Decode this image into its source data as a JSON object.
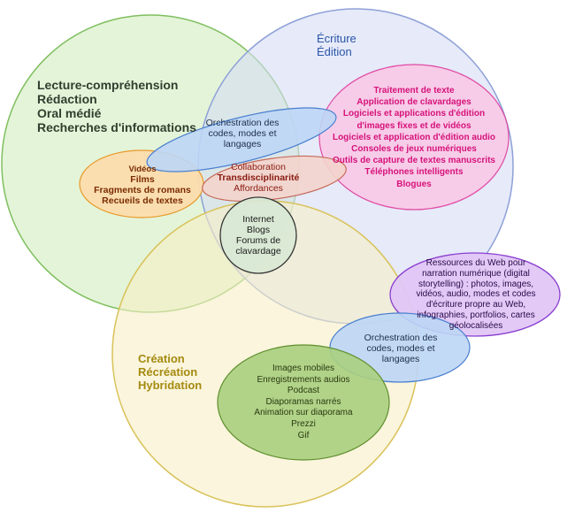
{
  "big_green": {
    "lines": [
      "Lecture-compréhension",
      "Rédaction",
      "Oral médié",
      "Recherches d'informations"
    ],
    "color": "#2f3f2f"
  },
  "big_blue": {
    "lines": [
      "Écriture",
      "Édition"
    ],
    "color": "#2a55a8"
  },
  "big_yellow": {
    "lines": [
      "Création",
      "Récréation",
      "Hybridation"
    ],
    "color": "#a58a10"
  },
  "orange": {
    "lines": [
      "Vidéos",
      "Films",
      "Fragments de romans",
      "Recueils de textes"
    ],
    "color": "#7a2b00"
  },
  "blue_small": {
    "lines": [
      "Orchestration des",
      "codes, modes et",
      "langages"
    ],
    "color": "#1d2e4d"
  },
  "pink_center": {
    "lines": [
      "Collaboration",
      "Transdisciplinarité",
      "Affordances"
    ],
    "color": "#8a1a10"
  },
  "gray_circle": {
    "lines": [
      "Internet",
      "Blogs",
      "Forums de",
      "clavardage"
    ],
    "color": "#1a1a1a"
  },
  "pink_big": {
    "lines": [
      "Traitement de texte",
      "Application de clavardages",
      "Logiciels et applications d'édition",
      "d'images fixes et de vidéos",
      "Logiciels et application d'édition audio",
      "Consoles de jeux numériques",
      "Outils de capture de textes manuscrits",
      "Téléphones intelligents",
      "Blogues"
    ],
    "color": "#d6127a"
  },
  "purple": {
    "lines": [
      "Ressources du Web pour",
      "narration numérique (digital",
      "storytelling) : photos, images,",
      "vidéos, audio, modes et codes",
      "d'écriture propre au Web,",
      "infographies, portfolios, cartes",
      "géolocalisées"
    ],
    "color": "#2a0a4a"
  },
  "blue_lower": {
    "lines": [
      "Orchestration des",
      "codes, modes et",
      "langages"
    ],
    "color": "#1d2e4d"
  },
  "green_small": {
    "lines": [
      "Images mobiles",
      "Enregistrements audios",
      "Podcast",
      "Diaporamas narrés",
      "Animation sur diaporama",
      "Prezzi",
      "Gif"
    ],
    "color": "#2a3a10"
  }
}
